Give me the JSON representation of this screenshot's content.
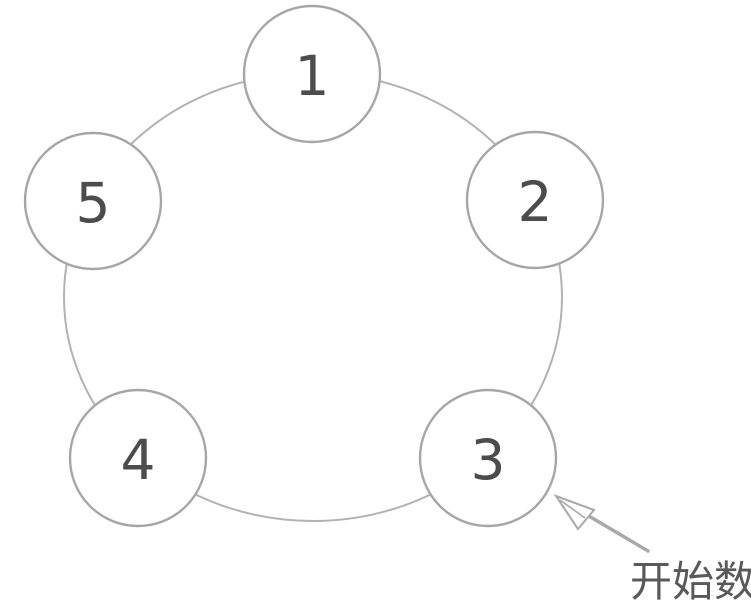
{
  "figure": {
    "nodes": [
      {
        "label": "1"
      },
      {
        "label": "2"
      },
      {
        "label": "3"
      },
      {
        "label": "4"
      },
      {
        "label": "5"
      }
    ],
    "annotation": {
      "label": "开始数",
      "points_to_node": "3"
    },
    "colors": {
      "ring_stroke": "#b2b2b2",
      "node_stroke": "#a6a6a6",
      "node_fill": "#ffffff",
      "node_label": "#4c4c4c",
      "arrow": "#a8a8a8",
      "annotation_text": "#595959"
    }
  }
}
